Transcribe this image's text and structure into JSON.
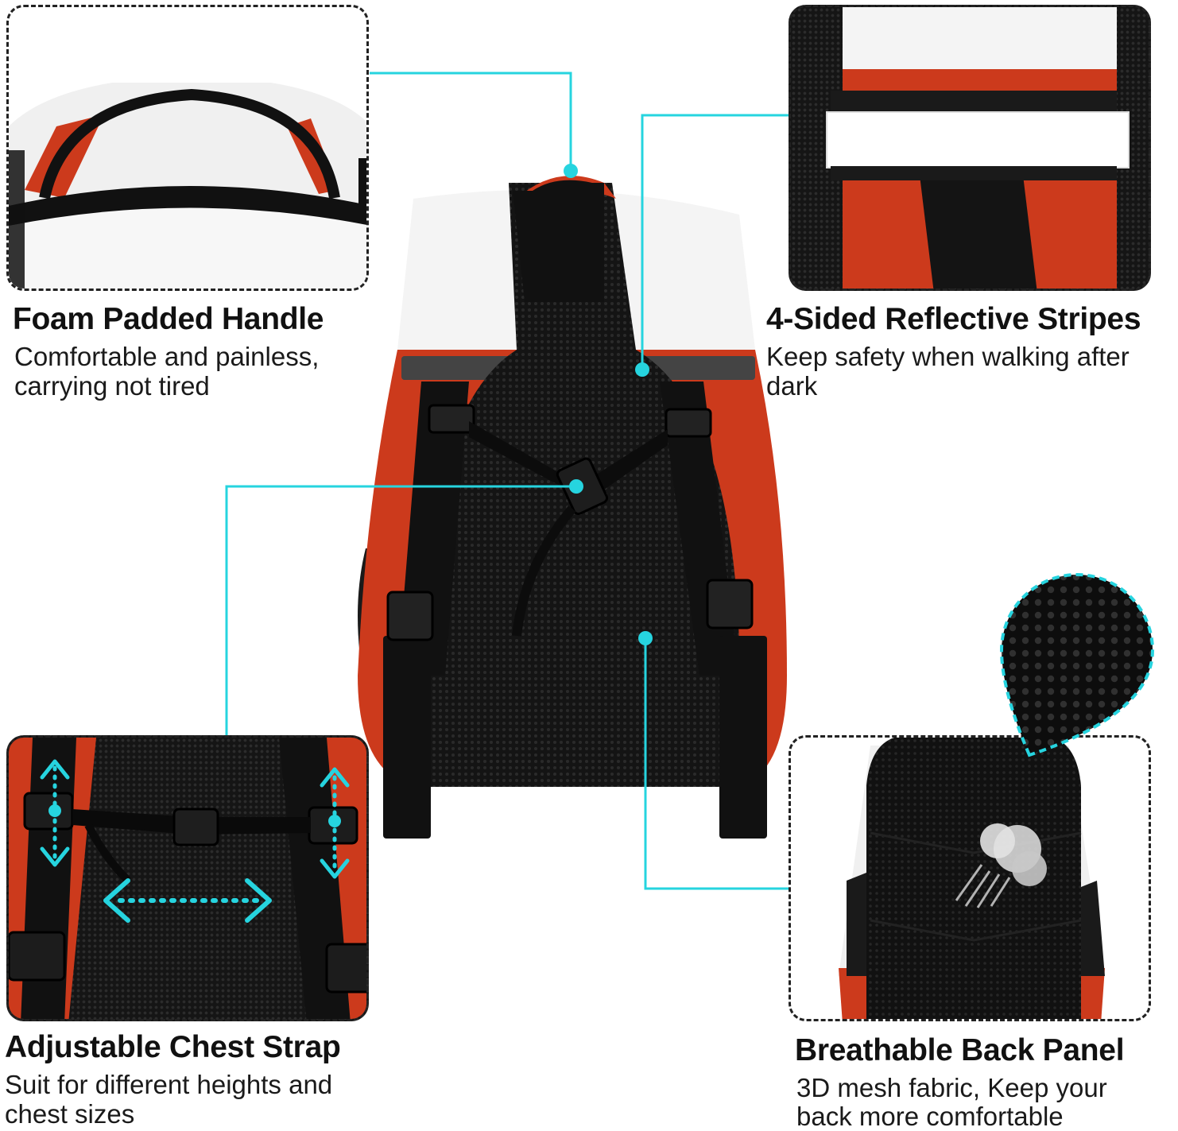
{
  "colors": {
    "accent_cyan": "#26d4df",
    "bag_red": "#cc3a1c",
    "bag_white": "#f4f4f4",
    "strap_black": "#111111"
  },
  "features": {
    "handle": {
      "title": "Foam Padded Handle",
      "line1": "Comfortable and painless,",
      "line2": "carrying not tired"
    },
    "reflective": {
      "title": "4-Sided Reflective Stripes",
      "line1": "Keep safety when walking after",
      "line2": "dark"
    },
    "chest_strap": {
      "title": "Adjustable Chest Strap",
      "line1": "Suit for different heights and",
      "line2": "chest sizes"
    },
    "back_panel": {
      "title": "Breathable Back Panel",
      "line1": "3D mesh fabric, Keep your",
      "line2": "back more comfortable"
    }
  },
  "icons": [
    "double-arrow-vertical-icon",
    "double-arrow-horizontal-icon",
    "airflow-icon"
  ]
}
